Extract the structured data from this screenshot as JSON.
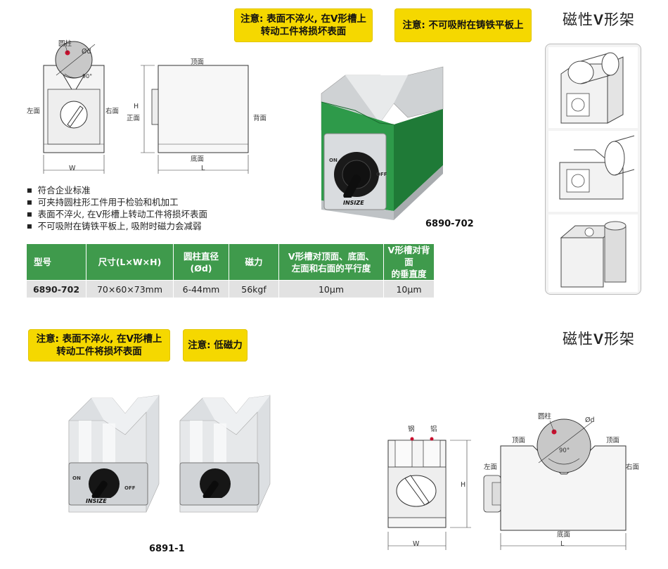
{
  "notes": {
    "top_note_1": [
      "注意: 表面不淬火, 在V形槽上",
      "转动工件将损坏表面"
    ],
    "top_note_2": "注意: 不可吸附在铸铁平板上",
    "bottom_note_1": [
      "注意: 表面不淬火, 在V形槽上",
      "转动工件将损坏表面"
    ],
    "bottom_note_2": "注意: 低磁力"
  },
  "section_titles": {
    "top": {
      "pre": "磁性",
      "bold": "V",
      "post": "形架"
    },
    "bottom": {
      "pre": "磁性",
      "bold": "V",
      "post": "形架"
    }
  },
  "diagram_top": {
    "cylinder_label": "圆柱",
    "diameter_label": "Ød",
    "angle_label": "90°",
    "left_face": "左面",
    "right_face": "右面",
    "width_label": "W",
    "top_face": "顶面",
    "height_label": "H",
    "front_face": "正面",
    "back_face": "背面",
    "bottom_face": "底面",
    "length_label": "L"
  },
  "features": [
    "符合企业标准",
    "可夹持圆柱形工件用于检验和机加工",
    "表面不淬火, 在V形槽上转动工件将损坏表面",
    "不可吸附在铸铁平板上, 吸附时磁力会减弱"
  ],
  "spec_table": {
    "headers": [
      [
        "型号"
      ],
      [
        "尺寸(L×W×H)"
      ],
      [
        "圆柱直径",
        "(Ød)"
      ],
      [
        "磁力"
      ],
      [
        "V形槽对顶面、底面、",
        "左面和右面的平行度"
      ],
      [
        "V形槽对背面",
        "的垂直度"
      ]
    ],
    "rows": [
      [
        "6890-702",
        "70×60×73mm",
        "6-44mm",
        "56kgf",
        "10μm",
        "10μm"
      ]
    ]
  },
  "product_top": {
    "model": "6890-702",
    "dial_on": "ON",
    "dial_off": "OFF",
    "brand": "INSIZE"
  },
  "product_bottom": {
    "model": "6891-1",
    "dial_on": "ON",
    "dial_off": "OFF",
    "brand": "INSIZE"
  },
  "diagram_bottom": {
    "steel_label": "钢",
    "aluminum_label": "铝",
    "height_label": "H",
    "width_label": "W",
    "cylinder_label": "圆柱",
    "diameter_label": "Ød",
    "angle_label": "90°",
    "top_left_face": "顶面",
    "top_right_face": "顶面",
    "left_face": "左面",
    "right_face": "右面",
    "bottom_face": "底面",
    "length_label": "L"
  },
  "colors": {
    "note_yellow": "#f5d800",
    "table_header_green": "#3f9a4c",
    "table_row_gray": "#e2e2e2",
    "block_green": "#2e9a4a",
    "accent_red": "#c8102e"
  }
}
